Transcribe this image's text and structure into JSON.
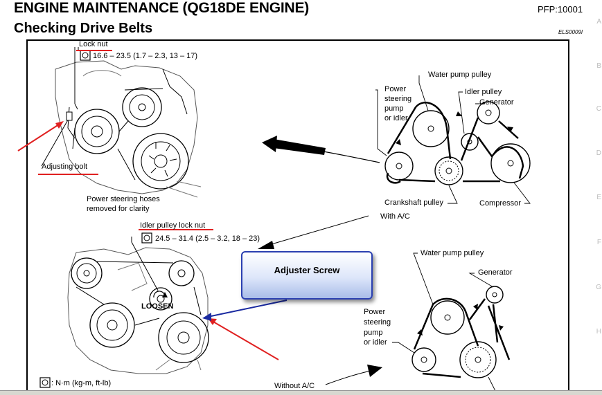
{
  "header": {
    "title": "ENGINE MAINTENANCE (QG18DE ENGINE)",
    "code": "PFP:10001",
    "subtitle": "Checking Drive Belts",
    "figure_id": "ELS0009I"
  },
  "side_letters": [
    "A",
    "B",
    "C",
    "D",
    "E",
    "F",
    "G",
    "H"
  ],
  "upper": {
    "lock_nut": "Lock nut",
    "lock_nut_torque": "16.6 – 23.5 (1.7 – 2.3, 13 – 17)",
    "adjusting_bolt": "Adjusting bolt",
    "hoses_note_1": "Power steering hoses",
    "hoses_note_2": "removed for clarity",
    "water_pump_pulley": "Water pump pulley",
    "ps_line1": "Power",
    "ps_line2": "steering",
    "ps_line3": "pump",
    "ps_line4": "or idler",
    "idler_pulley": "Idler pulley",
    "generator": "Generator",
    "crankshaft_pulley": "Crankshaft pulley",
    "compressor": "Compressor",
    "with_ac": "With A/C"
  },
  "lower": {
    "idler_lock_nut": "Idler pulley lock nut",
    "idler_torque": "24.5 – 31.4 (2.5 – 3.2, 18 – 23)",
    "loosen": "LOOSEN",
    "water_pump_pulley": "Water pump pulley",
    "generator": "Generator",
    "ps_line1": "Power",
    "ps_line2": "steering",
    "ps_line3": "pump",
    "ps_line4": "or idler",
    "without_ac": "Without A/C",
    "units": ": N·m (kg-m, ft-lb)"
  },
  "callout": {
    "text": "Adjuster Screw"
  },
  "colors": {
    "annotation_red": "#e02020",
    "callout_border": "#2a3fb0",
    "pointer_blue": "#1a2aa0"
  }
}
